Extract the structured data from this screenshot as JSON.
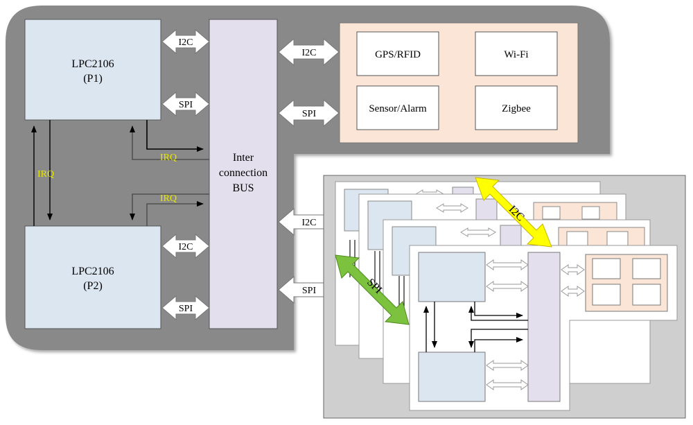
{
  "processors": {
    "p1": {
      "name": "LPC2106",
      "id": "(P1)"
    },
    "p2": {
      "name": "LPC2106",
      "id": "(P2)"
    }
  },
  "bus": {
    "line1": "Inter",
    "line2": "connection",
    "line3": "BUS"
  },
  "bus_labels": {
    "i2c": "I2C",
    "spi": "SPI",
    "irq": "IRQ"
  },
  "peripherals": {
    "gps": "GPS/RFID",
    "wifi": "Wi-Fi",
    "sensor": "Sensor/Alarm",
    "zigbee": "Zigbee"
  },
  "stack_links": {
    "spi": "SPI",
    "i2c": "I2C"
  },
  "colors": {
    "background": "#898989",
    "processor_fill": "#dce6f0",
    "bus_fill": "#e4dfec",
    "peripheral_panel": "#fbe5d6",
    "irq_text": "#e8e800",
    "spi_arrow": "#7dc23e",
    "i2c_arrow": "#ffff00"
  }
}
